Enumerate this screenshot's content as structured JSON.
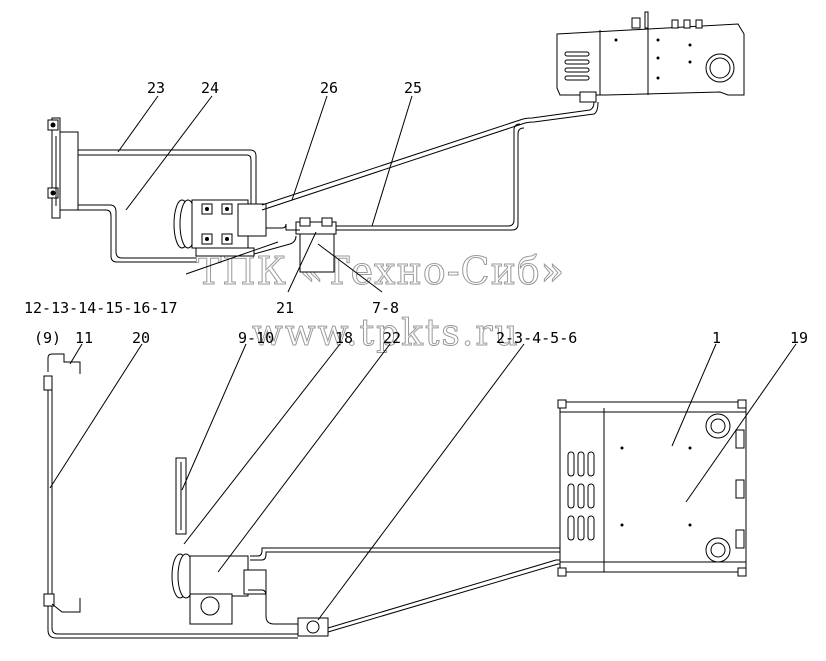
{
  "watermark": {
    "line1": "ТПК «Техно-Сиб»",
    "line2": "www.tpkts.ru"
  },
  "callouts": {
    "c23": "23",
    "c24": "24",
    "c26": "26",
    "c25": "25",
    "c12_17": "12-13-14-15-16-17",
    "c21": "21",
    "c7_8": "7-8",
    "c9": "(9)",
    "c11": "11",
    "c20": "20",
    "c9_10": "9-10",
    "c18": "18",
    "c22": "22",
    "c2_6": "2-3-4-5-6",
    "c1": "1",
    "c19": "19"
  }
}
